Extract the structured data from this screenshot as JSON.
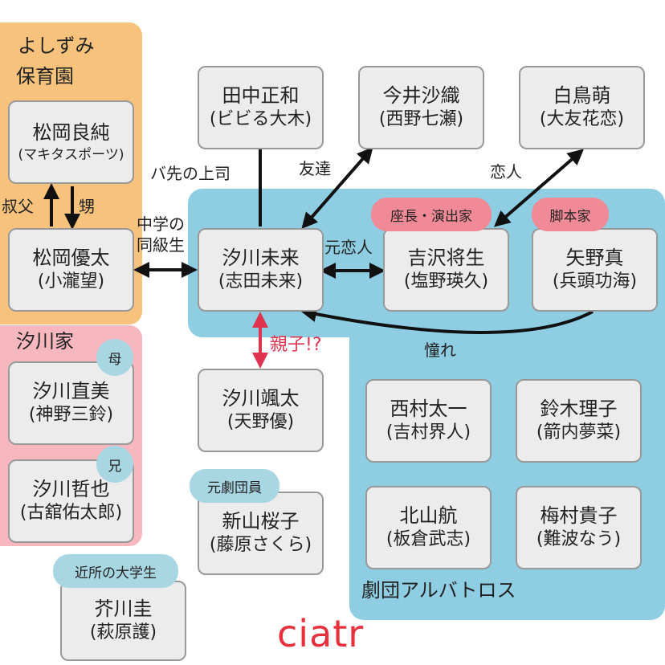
{
  "regions": {
    "yoshizumi": {
      "label_line1": "よしずみ",
      "label_line2": "保育園",
      "color": "#f6c27c"
    },
    "shiokawa_family": {
      "label": "汐川家",
      "color": "#f6b7bf"
    },
    "theater": {
      "label": "劇団アルバトロス",
      "color": "#8ecde2"
    }
  },
  "nodes": {
    "matsuoka_yoshizumi": {
      "name": "松岡良純",
      "actor": "(マキタスポーツ)"
    },
    "matsuoka_yuta": {
      "name": "松岡優太",
      "actor": "(小瀧望)"
    },
    "tanaka": {
      "name": "田中正和",
      "actor": "(ビビる大木)"
    },
    "imai": {
      "name": "今井沙織",
      "actor": "(西野七瀬)"
    },
    "shiratori": {
      "name": "白鳥萌",
      "actor": "(大友花恋)"
    },
    "shiokawa_miku": {
      "name": "汐川未来",
      "actor": "(志田未来)"
    },
    "yoshizawa": {
      "name": "吉沢将生",
      "actor": "(塩野瑛久)"
    },
    "yano": {
      "name": "矢野真",
      "actor": "(兵頭功海)"
    },
    "shiokawa_naomi": {
      "name": "汐川直美",
      "actor": "(神野三鈴)"
    },
    "shiokawa_tetsuya": {
      "name": "汐川哲也",
      "actor": "(古舘佑太郎)"
    },
    "shiokawa_futa": {
      "name": "汐川颯太",
      "actor": "(天野優)"
    },
    "nishimura": {
      "name": "西村太一",
      "actor": "(吉村界人)"
    },
    "suzuki": {
      "name": "鈴木理子",
      "actor": "(箭内夢菜)"
    },
    "kitayama": {
      "name": "北山航",
      "actor": "(板倉武志)"
    },
    "umemura": {
      "name": "梅村貴子",
      "actor": "(難波なう)"
    },
    "niiyama": {
      "name": "新山桜子",
      "actor": "(藤原さくら)"
    },
    "akutagawa": {
      "name": "芥川圭",
      "actor": "(萩原護)"
    }
  },
  "badges": {
    "yoshizawa": "座長・演出家",
    "yano": "脚本家",
    "naomi": "母",
    "tetsuya": "兄",
    "niiyama": "元劇団員",
    "akutagawa": "近所の大学生"
  },
  "edges": {
    "uncle": "叔父",
    "nephew": "甥",
    "classmate_line1": "中学の",
    "classmate_line2": "同級生",
    "boss": "バ先の上司",
    "friend": "友達",
    "lover": "恋人",
    "ex_lover": "元恋人",
    "admiration": "憧れ",
    "parent_child": "親子!?"
  },
  "logo": "ciatr",
  "colors": {
    "accent_red": "#e03350",
    "node_fill": "#ececec",
    "node_border": "#999999"
  }
}
